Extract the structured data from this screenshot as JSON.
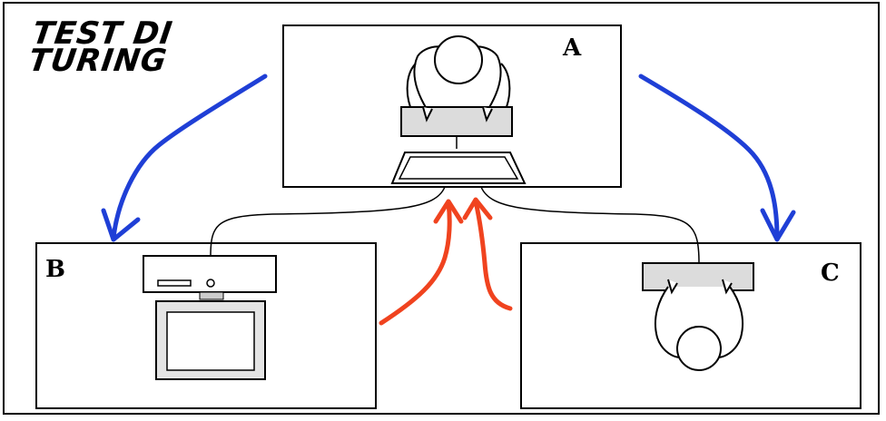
{
  "title": {
    "line1": "TEST DI",
    "line2": "TURING"
  },
  "boxes": {
    "a": {
      "label": "A"
    },
    "b": {
      "label": "B"
    },
    "c": {
      "label": "C"
    }
  },
  "colors": {
    "blue_arrow": "#1f3fd6",
    "red_arrow": "#f0431f",
    "line": "#000000"
  },
  "icons": {
    "person_top_view": "person-at-keyboard-icon",
    "monitor": "monitor-icon",
    "computer": "computer-case-icon"
  }
}
